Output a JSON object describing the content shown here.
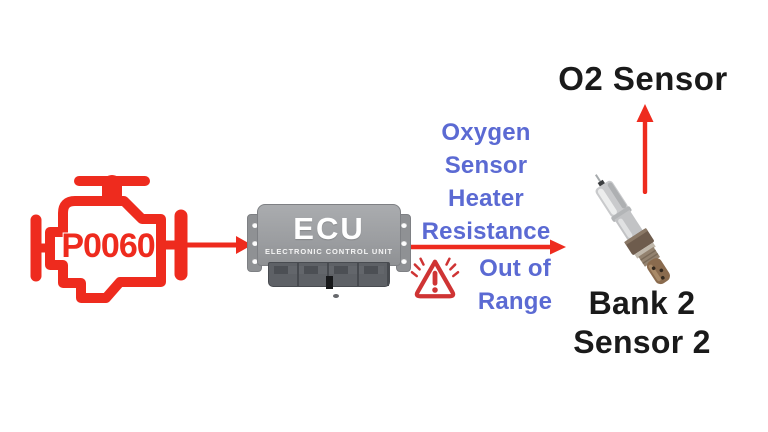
{
  "engine": {
    "trouble_code": "P0060"
  },
  "ecu": {
    "title": "ECU",
    "subtitle": "ELECTRONIC CONTROL UNIT"
  },
  "fault": {
    "lines_above_arrow": [
      "Oxygen",
      "Sensor",
      "Heater",
      "Resistance"
    ],
    "lines_below_arrow": [
      "Out of",
      "Range"
    ]
  },
  "o2_sensor": {
    "label_top": "O2 Sensor",
    "label_bottom": [
      "Bank 2",
      "Sensor 2"
    ]
  },
  "icons": {
    "engine": "check-engine-icon",
    "warning": "warning-triangle-icon",
    "sensor": "oxygen-sensor-photo",
    "arrow_right": "red-arrow-right",
    "arrow_up": "red-arrow-up"
  },
  "colors": {
    "red": "#ee2b1e",
    "warning_red": "#cf3434",
    "blue": "#5b6ad3",
    "dark_text": "#1a1a1a",
    "ecu_gray": "#9a9c9f",
    "connector_gray": "#5e6166"
  }
}
